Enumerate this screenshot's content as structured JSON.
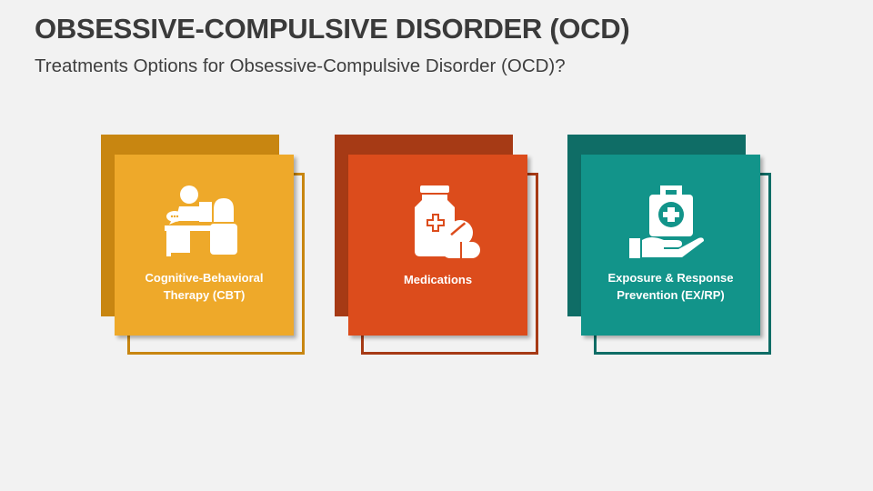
{
  "header": {
    "title": "OBSESSIVE-COMPULSIVE DISORDER (OCD)",
    "subtitle": "Treatments Options for Obsessive-Compulsive Disorder (OCD)?"
  },
  "cards": [
    {
      "label": "Cognitive-Behavioral Therapy (CBT)",
      "icon": "therapy-session-icon",
      "front_color": "#eea92a",
      "back_color": "#c88611",
      "outline_color": "#c88611"
    },
    {
      "label": "Medications",
      "icon": "medicine-bottle-pills-icon",
      "front_color": "#dc4c1c",
      "back_color": "#a63a15",
      "outline_color": "#a63a15"
    },
    {
      "label": "Exposure & Response Prevention (EX/RP)",
      "icon": "first-aid-kit-hand-icon",
      "front_color": "#12948a",
      "back_color": "#0f6d66",
      "outline_color": "#0f6d66"
    }
  ]
}
